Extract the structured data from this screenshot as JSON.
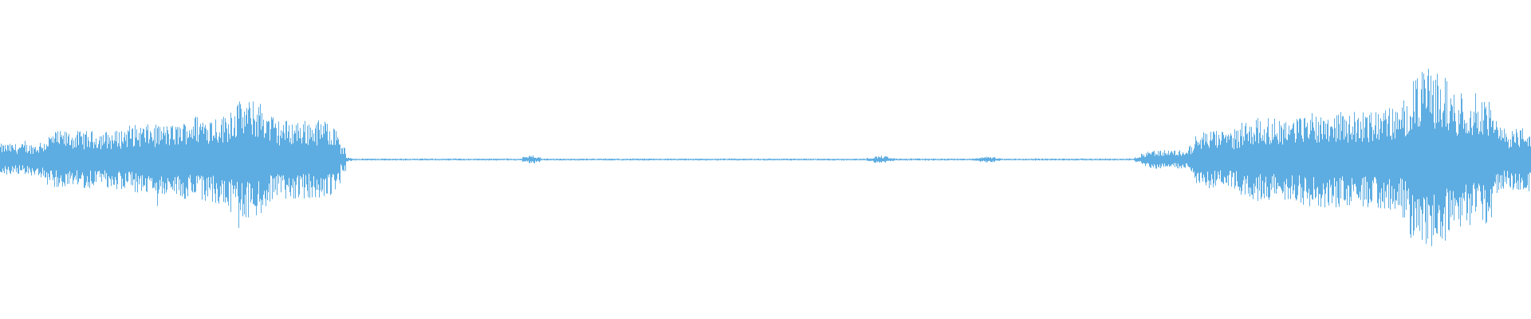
{
  "waveform": {
    "color": "#5dade2",
    "background": "#ffffff",
    "segments": [
      {
        "start": 0.0,
        "end": 0.03,
        "amp": 0.1
      },
      {
        "start": 0.03,
        "end": 0.08,
        "amp": 0.18
      },
      {
        "start": 0.08,
        "end": 0.12,
        "amp": 0.22
      },
      {
        "start": 0.12,
        "end": 0.15,
        "amp": 0.28
      },
      {
        "start": 0.15,
        "end": 0.175,
        "amp": 0.37
      },
      {
        "start": 0.175,
        "end": 0.222,
        "amp": 0.25
      },
      {
        "start": 0.222,
        "end": 0.226,
        "amp": 0.03
      },
      {
        "start": 0.226,
        "end": 0.345,
        "amp": 0.006
      },
      {
        "start": 0.345,
        "end": 0.349,
        "amp": 0.05
      },
      {
        "start": 0.349,
        "end": 0.57,
        "amp": 0.006
      },
      {
        "start": 0.57,
        "end": 0.58,
        "amp": 0.025
      },
      {
        "start": 0.58,
        "end": 0.64,
        "amp": 0.006
      },
      {
        "start": 0.64,
        "end": 0.65,
        "amp": 0.02
      },
      {
        "start": 0.65,
        "end": 0.745,
        "amp": 0.006
      },
      {
        "start": 0.745,
        "end": 0.78,
        "amp": 0.06
      },
      {
        "start": 0.78,
        "end": 0.81,
        "amp": 0.18
      },
      {
        "start": 0.81,
        "end": 0.85,
        "amp": 0.26
      },
      {
        "start": 0.85,
        "end": 0.9,
        "amp": 0.3
      },
      {
        "start": 0.9,
        "end": 0.92,
        "amp": 0.33
      },
      {
        "start": 0.92,
        "end": 0.945,
        "amp": 0.55
      },
      {
        "start": 0.945,
        "end": 0.975,
        "amp": 0.42
      },
      {
        "start": 0.975,
        "end": 1.0,
        "amp": 0.2
      }
    ]
  }
}
